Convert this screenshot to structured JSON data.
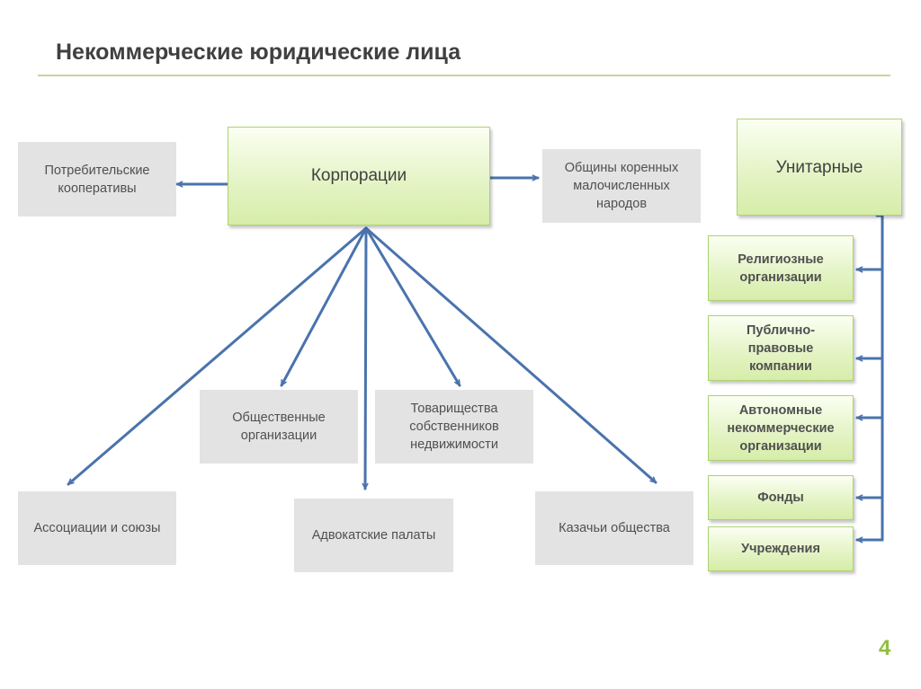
{
  "slide": {
    "title": "Некоммерческие юридические лица",
    "page_number": "4"
  },
  "diagram": {
    "corporations": "Корпорации",
    "unitary": "Унитарные",
    "corporation_types": {
      "consumer_coops": "Потребительские кооперативы",
      "indigenous": "Общины коренных малочисленных народов",
      "public_orgs": "Общественные организации",
      "homeowners": "Товарищества собственников недвижимости",
      "associations": "Ассоциации и союзы",
      "bar_chambers": "Адвокатские палаты",
      "cossack": "Казачьи общества"
    },
    "unitary_types": {
      "religious": "Религиозные организации",
      "public_law": "Публично-правовые компании",
      "autonomous": "Автономные некоммерческие организации",
      "funds": "Фонды",
      "institutions": "Учреждения"
    }
  },
  "colors": {
    "arrow": "#4a73ad",
    "green_fill": "#e3f3c3",
    "green_border": "#acd374",
    "grey_fill": "#e3e3e3",
    "accent": "#8fbf40"
  }
}
